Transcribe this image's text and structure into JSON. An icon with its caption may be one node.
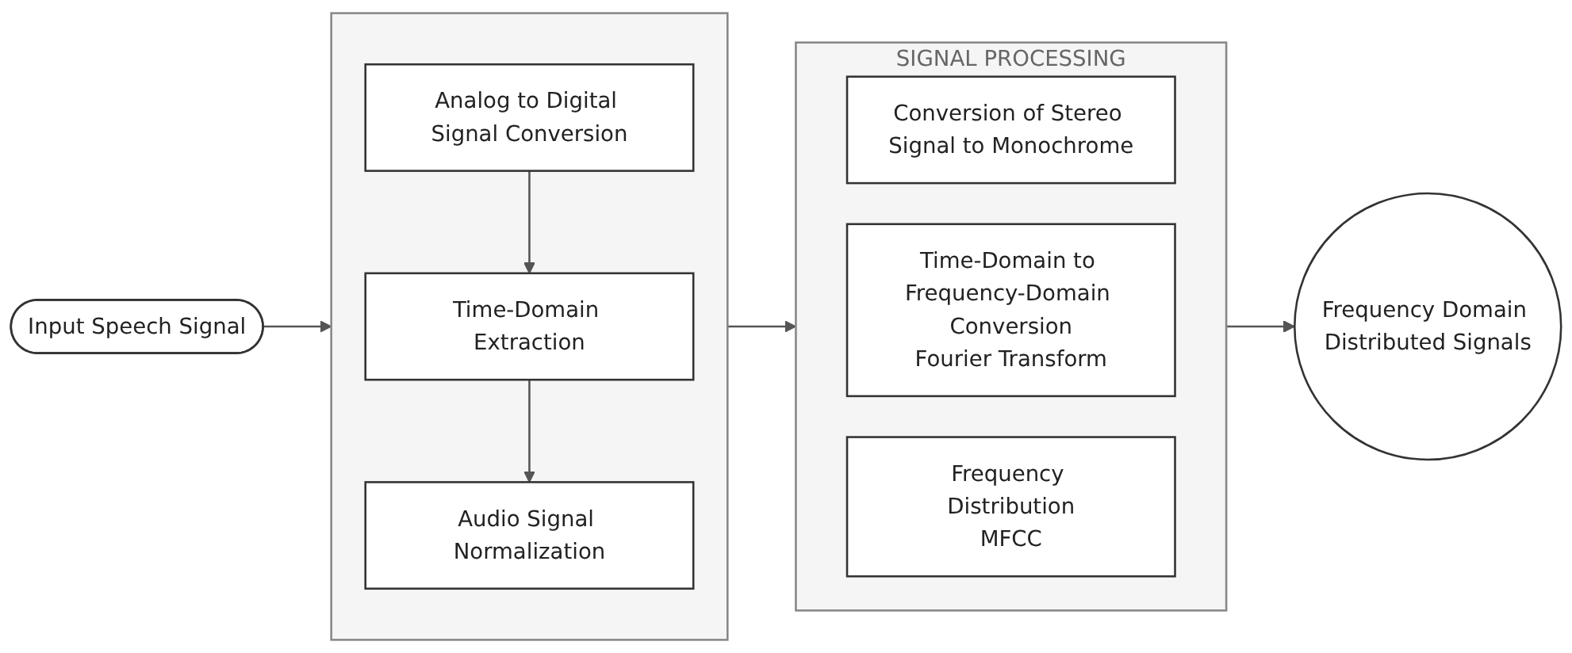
{
  "diagram": {
    "nodes": [
      {
        "text": [
          "Input Speech Signal"
        ]
      },
      {
        "text": [],
        "shape": "box"
      },
      {
        "text": [
          "Analog to Digital Signal Conversion"
        ],
        "in": 1
      },
      {
        "text": [
          "Time-Domain Extraction"
        ],
        "in": 1
      },
      {
        "text": [
          "Audio Signal Normalization"
        ],
        "in": 1
      },
      {
        "text": [
          "SIGNAL PROCESSING"
        ]
      },
      {
        "text": [
          "Conversion of Stereo Signal to Monochrome"
        ],
        "in": 5
      },
      {
        "text": [
          "Time-Domain to Frequency-Domain Conversion",
          "Fourier Transform"
        ],
        "in": 5
      },
      {
        "text": [
          "Frequency Distribution",
          "MFCC"
        ],
        "in": 5
      },
      {
        "text": [
          "Frequency Domain Distributed Signals"
        ]
      }
    ],
    "edges": [
      {
        "from": 0,
        "to": 1,
        "arrow": "to"
      },
      {
        "from": 2,
        "to": 3,
        "arrow": "to"
      },
      {
        "from": 3,
        "to": 4,
        "arrow": "to"
      },
      {
        "from": 1,
        "to": 5,
        "arrow": "to"
      },
      {
        "from": 5,
        "to": 9,
        "arrow": "to"
      }
    ]
  }
}
